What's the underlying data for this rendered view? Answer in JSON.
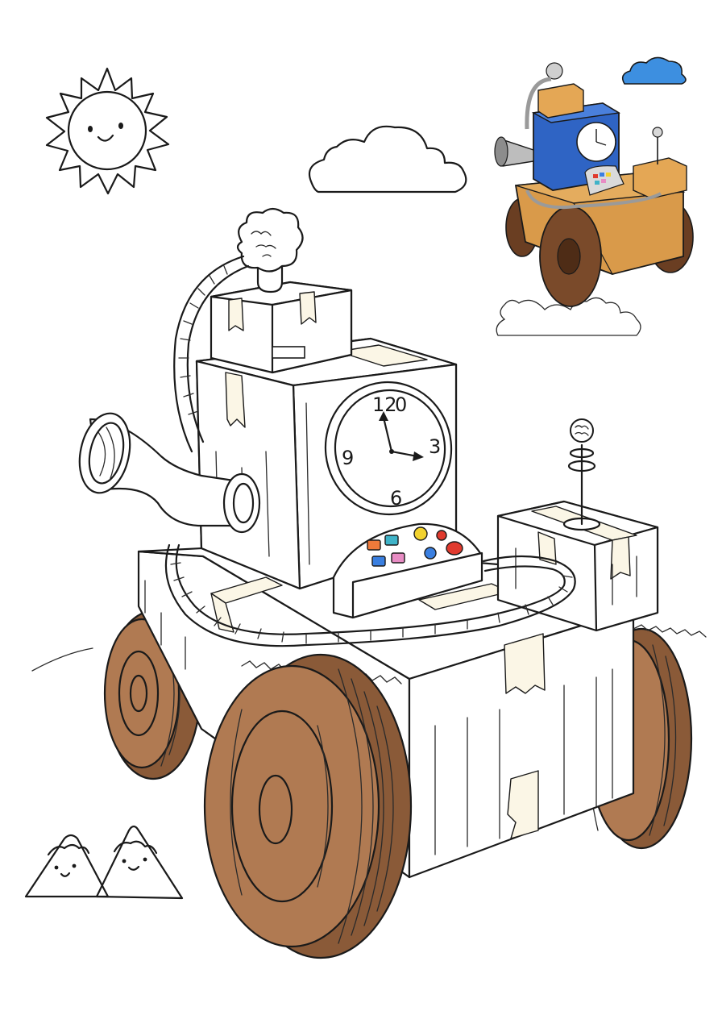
{
  "illustration": {
    "style": "coloring-page",
    "clock": {
      "numbers": [
        "12",
        "0",
        "3",
        "6",
        "9"
      ]
    },
    "colors": {
      "wheel": "#b07a52",
      "wheel_dark": "#8a5a38",
      "tape": "#fbf6e6",
      "preview_body": "#2f64c4",
      "preview_cardboard": "#d99a4a",
      "preview_cloud": "#3d8fe0",
      "button_yellow": "#f2d22e",
      "button_red": "#e03a2e",
      "button_blue": "#3a7fe0",
      "button_pink": "#e88cc4",
      "button_teal": "#3fb3c8",
      "button_orange": "#f07a3a"
    }
  }
}
